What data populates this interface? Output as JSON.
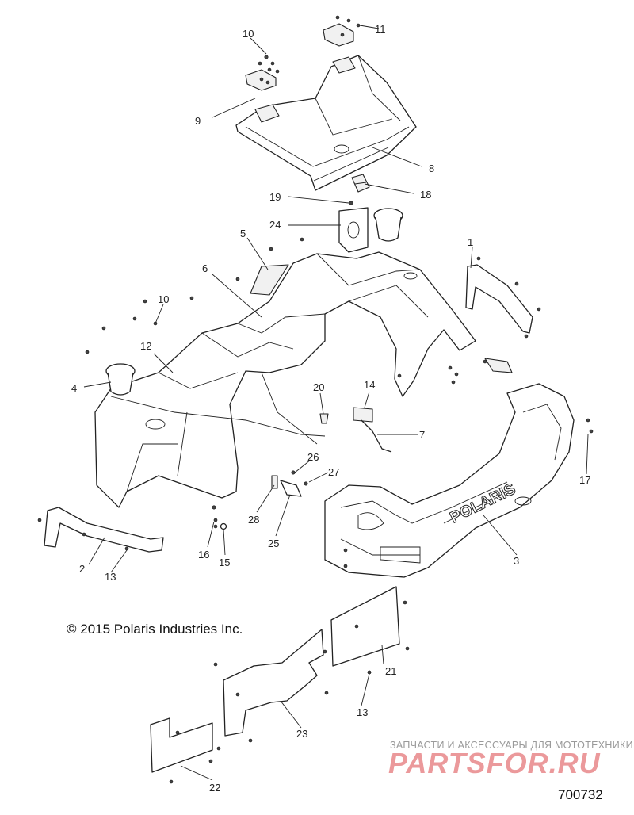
{
  "copyright": "© 2015 Polaris Industries Inc.",
  "figure_number": "700732",
  "watermark": {
    "tagline": "ЗАПЧАСТИ И АКСЕССУАРЫ ДЛЯ МОТОТЕХНИКИ",
    "brand": "PARTSFOR.RU",
    "color": "#e8888a"
  },
  "hood_emblem": "POLARIS",
  "callouts": {
    "c1": "1",
    "c2": "2",
    "c3": "3",
    "c4": "4",
    "c5": "5",
    "c6": "6",
    "c7": "7",
    "c8": "8",
    "c9": "9",
    "c10a": "10",
    "c10b": "10",
    "c11": "11",
    "c12": "12",
    "c13a": "13",
    "c13b": "13",
    "c14": "14",
    "c15": "15",
    "c16": "16",
    "c17": "17",
    "c18": "18",
    "c19": "19",
    "c20": "20",
    "c21": "21",
    "c22": "22",
    "c23": "23",
    "c24": "24",
    "c25": "25",
    "c26": "26",
    "c27": "27",
    "c28": "28"
  }
}
